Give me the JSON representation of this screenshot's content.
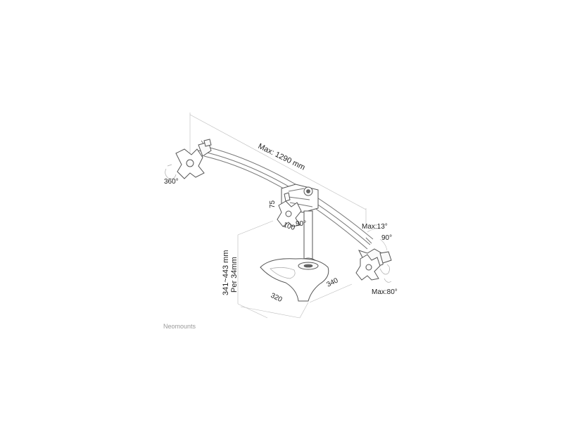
{
  "labels": {
    "max_width": "Max: 1290 mm",
    "rotation": "360°",
    "vesa_75": "75",
    "vesa_100": "100",
    "swivel_center": "90°",
    "tilt_up": "Max:13°",
    "swivel_right": "90°",
    "tilt_down": "Max:80°",
    "height_range": "341~443 mm",
    "height_step": "Per 34mm",
    "base_width": "320",
    "base_depth": "340"
  },
  "brand": "Neomounts"
}
